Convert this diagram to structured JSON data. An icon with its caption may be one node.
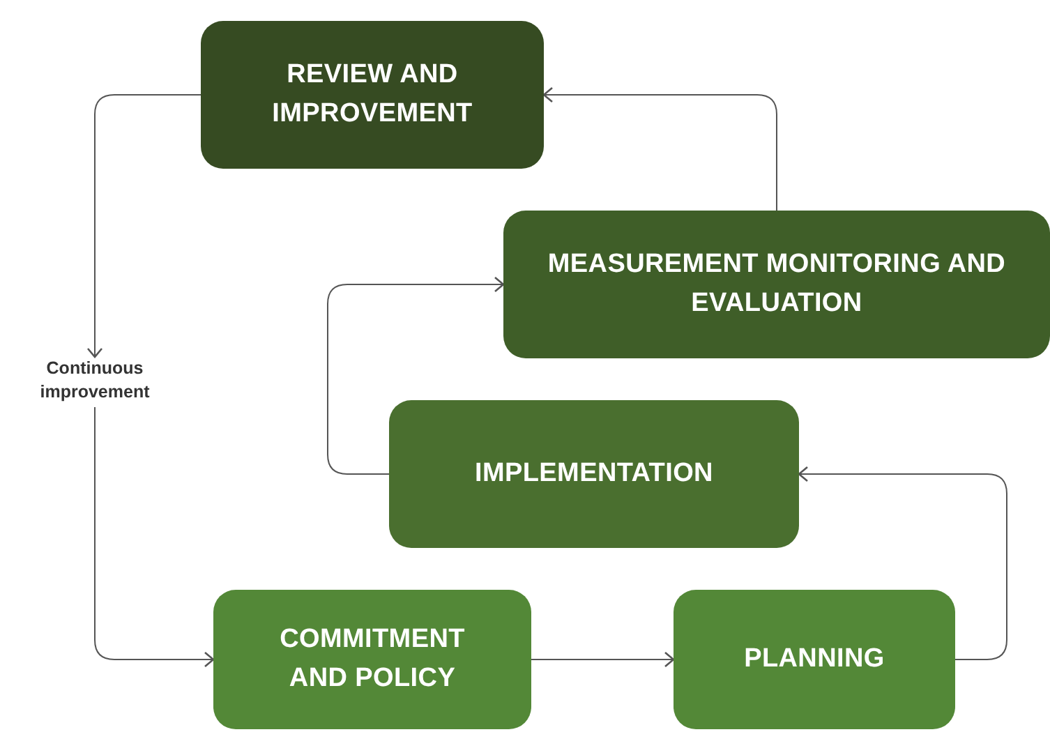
{
  "diagram": {
    "nodes": [
      {
        "text": [
          "REVIEW AND IMPROVEMENT"
        ]
      },
      {
        "text": [
          "MEASUREMENT MONITORING AND EVALUATION"
        ]
      },
      {
        "text": [
          "IMPLEMENTATION"
        ]
      },
      {
        "text": [
          "Continuous improvement"
        ]
      },
      {
        "text": [
          "COMMITMENT AND POLICY"
        ]
      },
      {
        "text": [
          "PLANNING"
        ]
      }
    ],
    "edges": [
      {
        "from": 4,
        "to": 5,
        "arrow": "to"
      },
      {
        "from": 5,
        "to": 2,
        "arrow": "to"
      },
      {
        "from": 2,
        "to": 1,
        "arrow": "to"
      },
      {
        "from": 1,
        "to": 0,
        "arrow": "to"
      },
      {
        "from": 0,
        "to": 3,
        "arrow": "to"
      },
      {
        "from": 3,
        "to": 4,
        "arrow": "to"
      }
    ]
  }
}
